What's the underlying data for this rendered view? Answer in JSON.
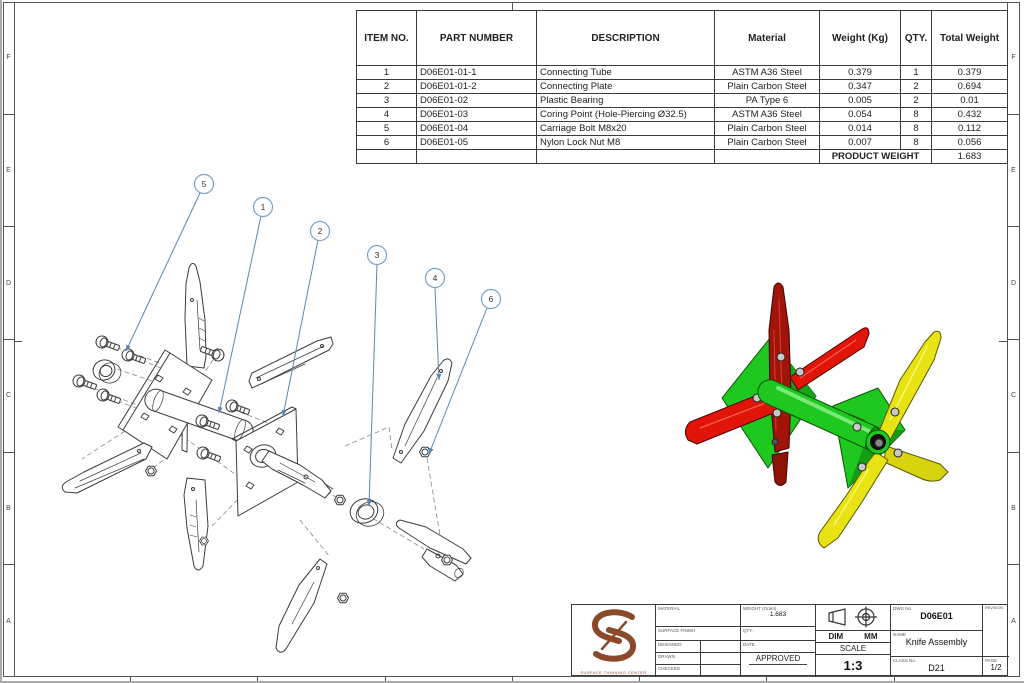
{
  "sheet": {
    "zones_left": [
      "F",
      "E",
      "D",
      "C",
      "B",
      "A"
    ],
    "zones_right": [
      "F",
      "E",
      "D",
      "C",
      "B",
      "A"
    ]
  },
  "bom": {
    "headers": [
      "ITEM NO.",
      "PART NUMBER",
      "DESCRIPTION",
      "Material",
      "Weight (Kg)",
      "QTY.",
      "Total Weight"
    ],
    "rows": [
      [
        "1",
        "D06E01-01-1",
        "Connecting Tube",
        "ASTM A36 Steel",
        "0.379",
        "1",
        "0.379"
      ],
      [
        "2",
        "D06E01-01-2",
        "Connecting Plate",
        "Plain Carbon Steel",
        "0.347",
        "2",
        "0.694"
      ],
      [
        "3",
        "D06E01-02",
        "Plastic Bearing",
        "PA Type 6",
        "0.005",
        "2",
        "0.01"
      ],
      [
        "4",
        "D06E01-03",
        "Coring Point (Hole-Piercing Ø32.5)",
        "ASTM A36 Steel",
        "0.054",
        "8",
        "0.432"
      ],
      [
        "5",
        "D06E01-04",
        "Carriage Bolt M8x20",
        "Plain Carbon Steel",
        "0.014",
        "8",
        "0.112"
      ],
      [
        "6",
        "D06E01-05",
        "Nylon Lock Nut M8",
        "Plain Carbon Steel",
        "0.007",
        "8",
        "0.056"
      ]
    ],
    "footer": {
      "label": "PRODUCT WEIGHT",
      "value": "1.683"
    }
  },
  "balloons": [
    "5",
    "1",
    "2",
    "3",
    "4",
    "6"
  ],
  "title_block": {
    "logo_caption": "SURFACE THINNING CENTER",
    "material_label": "MATERIAL",
    "surface_finish_label": "SURFACE FINISH",
    "designed_label": "DESIGNED",
    "drawn_label": "DRAWN",
    "checked_label": "CHECKED",
    "weight_label": "WEIGHT (Gram)",
    "weight_value": "1.683",
    "qty_label": "QTY.",
    "date_label": "DATE",
    "approved_label": "APPROVED",
    "dim_label": "DIM",
    "dim_unit": "MM",
    "scale_label": "SCALE",
    "scale_value": "1:3",
    "dwg_label": "DWG No.",
    "dwg_value": "D06E01",
    "name_label": "NAME",
    "name_value": "Knife Assembly",
    "class_label": "CLASS No.",
    "class_value": "D21",
    "revision_label": "REVISION",
    "page_label": "PAGE",
    "page_value": "1/2"
  },
  "colors": {
    "green": "#1fc81f",
    "red": "#e01508",
    "dark_red": "#a01409",
    "yellow": "#e8e312",
    "leader_blue": "#5b87b5",
    "logo_brown": "#8a4a2a"
  }
}
